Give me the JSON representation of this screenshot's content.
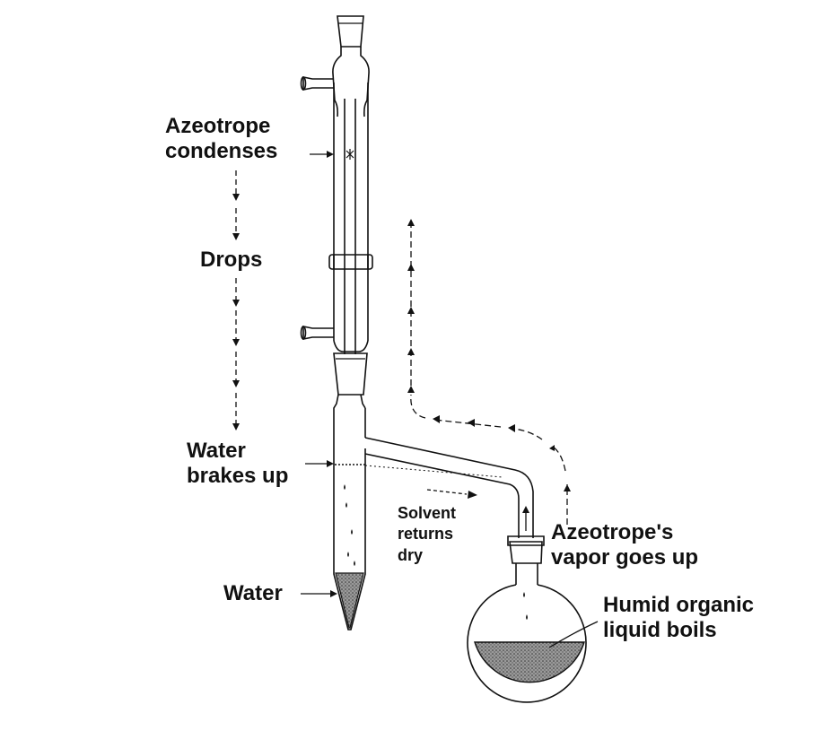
{
  "labels": {
    "azeotrope_condenses": [
      "Azeotrope",
      "condenses"
    ],
    "drops": "Drops",
    "water_breaks_up": [
      "Water",
      "brakes up"
    ],
    "solvent_returns": [
      "Solvent",
      "returns",
      "dry"
    ],
    "vapor_goes_up": [
      "Azeotrope's",
      "vapor goes up"
    ],
    "water": "Water",
    "humid_liquid": [
      "Humid organic",
      "liquid boils"
    ]
  },
  "colors": {
    "ink": "#111111",
    "liquid": "#777777",
    "background": "#ffffff"
  }
}
